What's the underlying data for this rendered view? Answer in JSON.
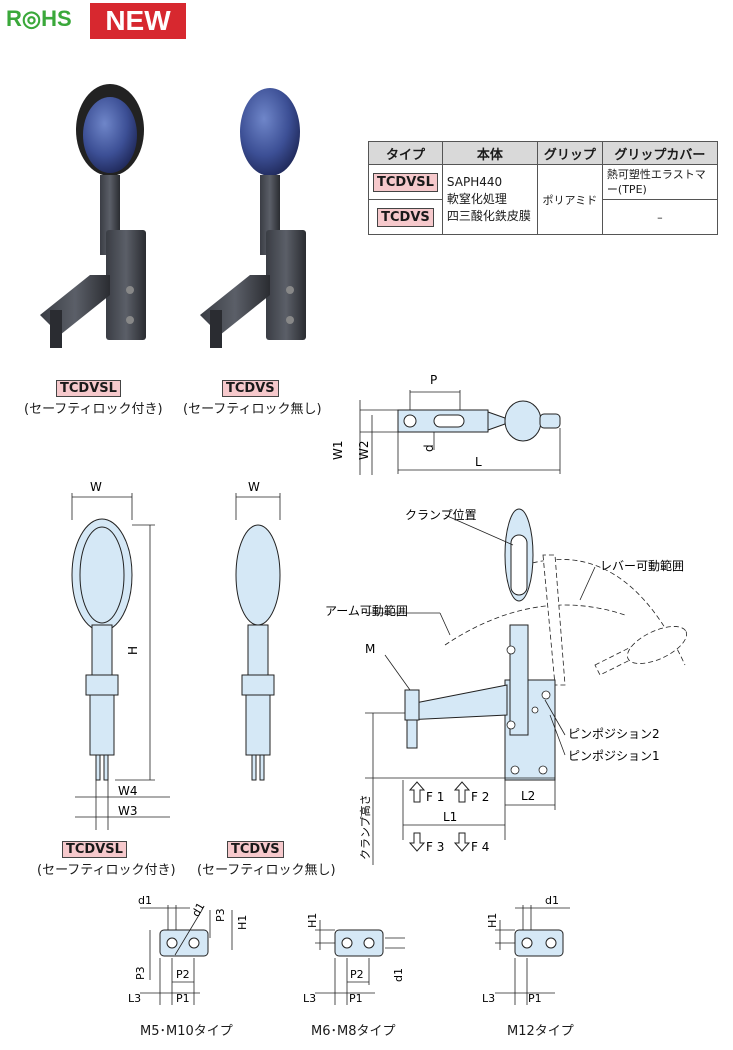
{
  "badges": {
    "rohs": "R◎HS",
    "new": "NEW"
  },
  "spec_table": {
    "headers": [
      "タイプ",
      "本体",
      "グリップ",
      "グリップカバー"
    ],
    "rows": [
      {
        "type": "TCDVSL",
        "body": [
          "SAPH440",
          "軟窒化処理",
          "四三酸化鉄皮膜"
        ],
        "grip": "ポリアミド",
        "cover": "熱可塑性エラストマー(TPE)"
      },
      {
        "type": "TCDVS",
        "cover": "–"
      }
    ]
  },
  "photos": [
    {
      "model": "TCDVSL",
      "caption": "(セーフティロック付き)"
    },
    {
      "model": "TCDVS",
      "caption": "(セーフティロック無し)"
    }
  ],
  "drawings": {
    "top_view": {
      "p": "P",
      "w1": "W1",
      "w2": "W2",
      "d": "d",
      "l": "L"
    },
    "front_left": {
      "w": "W",
      "h": "H",
      "w4": "W4",
      "w3": "W3",
      "model": "TCDVSL",
      "caption": "(セーフティロック付き)"
    },
    "front_right": {
      "w": "W",
      "model": "TCDVS",
      "caption": "(セーフティロック無し)"
    },
    "side": {
      "clamp_pos": "クランプ位置",
      "lever_range": "レバー可動範囲",
      "arm_range": "アーム可動範囲",
      "m": "M",
      "pin2": "ピンポジション2",
      "pin1": "ピンポジション1",
      "f1": "F 1",
      "f2": "F 2",
      "f3": "F 3",
      "f4": "F 4",
      "l1": "L1",
      "l2": "L2",
      "clamp_height": "クランプ高さ"
    },
    "details": [
      {
        "caption": "M5･M10タイプ",
        "labels": [
          "d1",
          "d1",
          "P3",
          "H1",
          "P3",
          "P2",
          "L3",
          "P1"
        ]
      },
      {
        "caption": "M6･M8タイプ",
        "labels": [
          "H1",
          "P2",
          "d1",
          "L3",
          "P1"
        ]
      },
      {
        "caption": "M12タイプ",
        "labels": [
          "H1",
          "d1",
          "L3",
          "P1"
        ]
      }
    ]
  }
}
